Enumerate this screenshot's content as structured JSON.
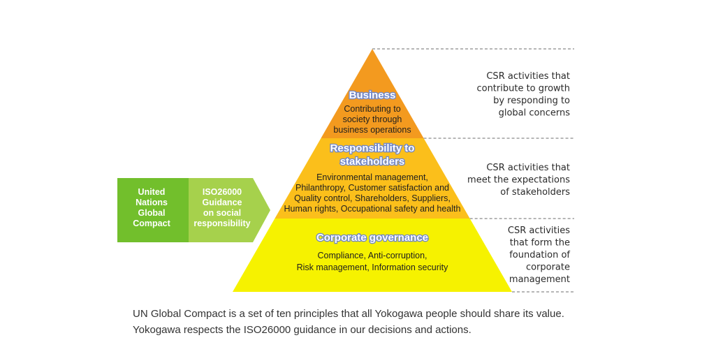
{
  "pyramid": {
    "tiers": [
      {
        "name": "business",
        "heading": [
          "Business"
        ],
        "body": [
          "Contributing to",
          "society through",
          "business operations"
        ],
        "color": "#f39a1f",
        "csr_note": [
          "CSR activities that",
          "contribute to growth",
          "by responding to",
          "global concerns"
        ]
      },
      {
        "name": "stakeholders",
        "heading": [
          "Responsibility to",
          "stakeholders"
        ],
        "body": [
          "Environmental management,",
          "Philanthropy,  Customer satisfaction and",
          "Quality control, Shareholders, Suppliers,",
          "Human rights, Occupational safety and health"
        ],
        "color": "#fbbf1b",
        "csr_note": [
          "CSR activities that",
          "meet the expectations",
          "of stakeholders"
        ]
      },
      {
        "name": "governance",
        "heading": [
          "Corporate governance"
        ],
        "body": [
          "Compliance, Anti-corruption,",
          "Risk management, Information security"
        ],
        "color": "#f6f200",
        "csr_note": [
          "CSR activities",
          "that form the",
          "foundation of",
          "corporate",
          "management"
        ]
      }
    ]
  },
  "frameworks": [
    {
      "lines": [
        "United",
        "Nations",
        "Global",
        "Compact"
      ],
      "color": "#72bf2c"
    },
    {
      "lines": [
        "ISO26000",
        "Guidance",
        "on social",
        "responsibility"
      ],
      "color": "#a6d14c"
    }
  ],
  "caption": {
    "line1": "UN Global Compact is a set of ten principles that all Yokogawa people should share its value.",
    "line2": "Yokogawa respects the ISO26000 guidance in our decisions and actions."
  },
  "colors": {
    "heading_outline": "#6f86c9",
    "dashed_line": "#8a8a8a"
  }
}
